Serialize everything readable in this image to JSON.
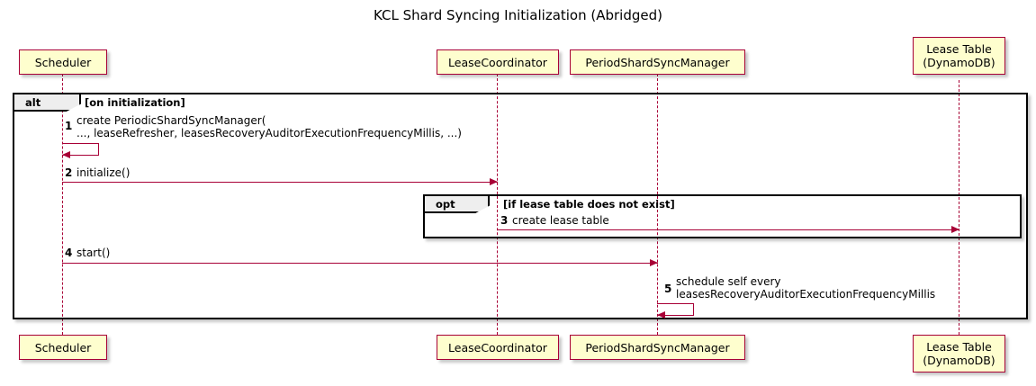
{
  "diagram": {
    "title": "KCL Shard Syncing Initialization (Abridged)",
    "type": "uml-sequence-diagram",
    "colors": {
      "participant_fill": "#FEFECE",
      "participant_border": "#A80036",
      "lifeline": "#A80036",
      "arrow": "#A80036",
      "frame_border": "#000000",
      "frame_tab_fill": "#EEEEEE",
      "background": "#FFFFFF"
    }
  },
  "participants": [
    {
      "id": "scheduler",
      "label": "Scheduler"
    },
    {
      "id": "lease_coordinator",
      "label": "LeaseCoordinator"
    },
    {
      "id": "period_shard_sync_manager",
      "label": "PeriodShardSyncManager"
    },
    {
      "id": "lease_table",
      "label": "Lease Table\n(DynamoDB)"
    }
  ],
  "fragments": [
    {
      "id": "alt",
      "operator": "alt",
      "guard": "[on initialization]"
    },
    {
      "id": "opt",
      "operator": "opt",
      "guard": "[if lease table does not exist]"
    }
  ],
  "messages": [
    {
      "number": "1",
      "text": "create PeriodicShardSyncManager(\n    ..., leaseRefresher, leasesRecoveryAuditorExecutionFrequencyMillis, ...)",
      "from": "scheduler",
      "to": "scheduler",
      "kind": "self"
    },
    {
      "number": "2",
      "text": "initialize()",
      "from": "scheduler",
      "to": "lease_coordinator",
      "kind": "sync"
    },
    {
      "number": "3",
      "text": "create lease table",
      "from": "lease_coordinator",
      "to": "lease_table",
      "kind": "sync"
    },
    {
      "number": "4",
      "text": "start()",
      "from": "scheduler",
      "to": "period_shard_sync_manager",
      "kind": "sync"
    },
    {
      "number": "5",
      "text": "schedule self every\n    leasesRecoveryAuditorExecutionFrequencyMillis",
      "from": "period_shard_sync_manager",
      "to": "period_shard_sync_manager",
      "kind": "self"
    }
  ]
}
